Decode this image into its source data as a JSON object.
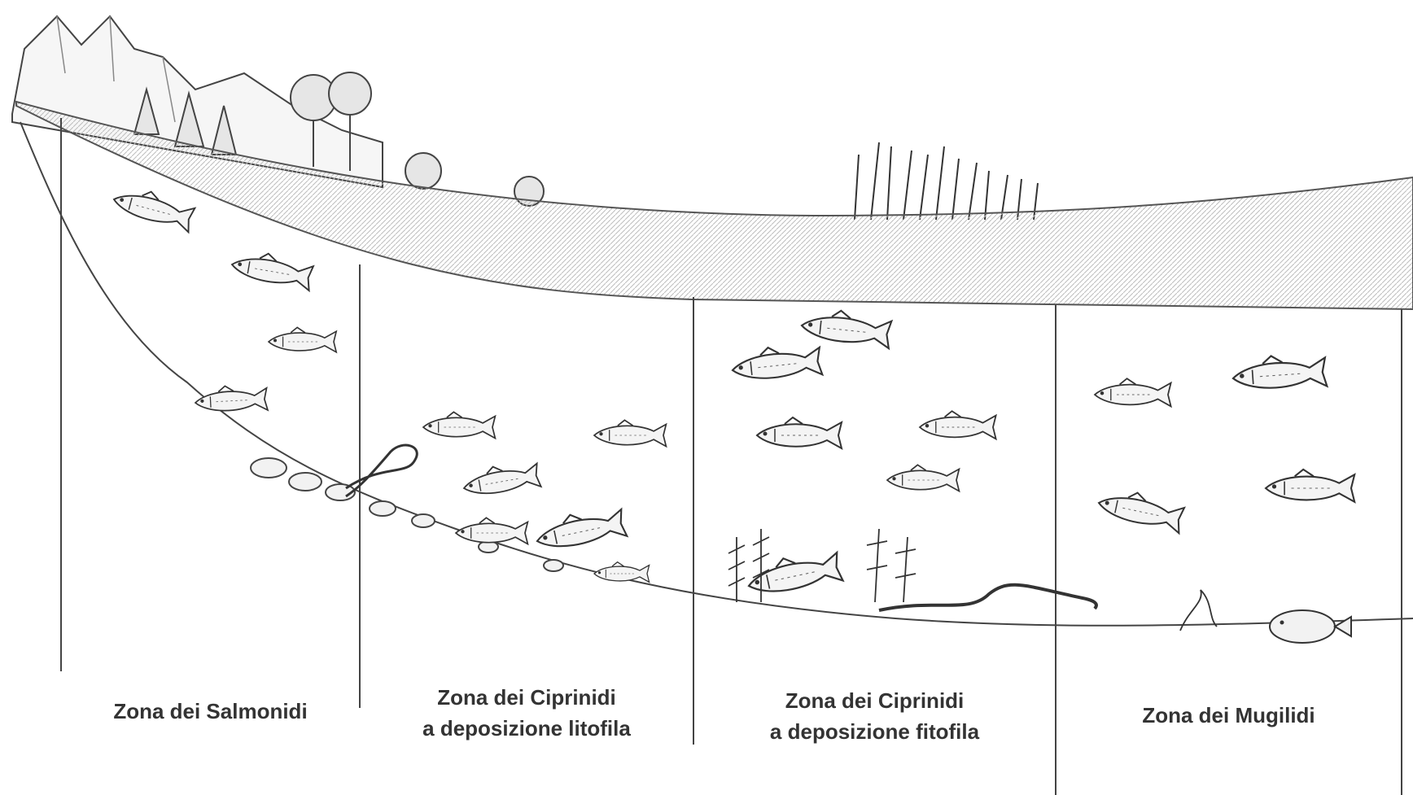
{
  "zones": [
    {
      "name": "salmonidi",
      "line1": "Zona dei Salmonidi",
      "line2": ""
    },
    {
      "name": "ciprinidi-litofila",
      "line1": "Zona dei Ciprinidi",
      "line2": "a deposizione litofila"
    },
    {
      "name": "ciprinidi-fitofila",
      "line1": "Zona dei Ciprinidi",
      "line2": "a deposizione fitofila"
    },
    {
      "name": "mugilidi",
      "line1": "Zona dei Mugilidi",
      "line2": ""
    }
  ],
  "icons": [
    "mountains-icon",
    "tree-icon",
    "reeds-icon",
    "fish-icon",
    "eel-icon",
    "aquatic-plant-icon",
    "flatfish-icon",
    "stones-icon"
  ],
  "colors": {
    "ink": "#333333",
    "water": "#d9d9d9",
    "background": "#ffffff"
  }
}
